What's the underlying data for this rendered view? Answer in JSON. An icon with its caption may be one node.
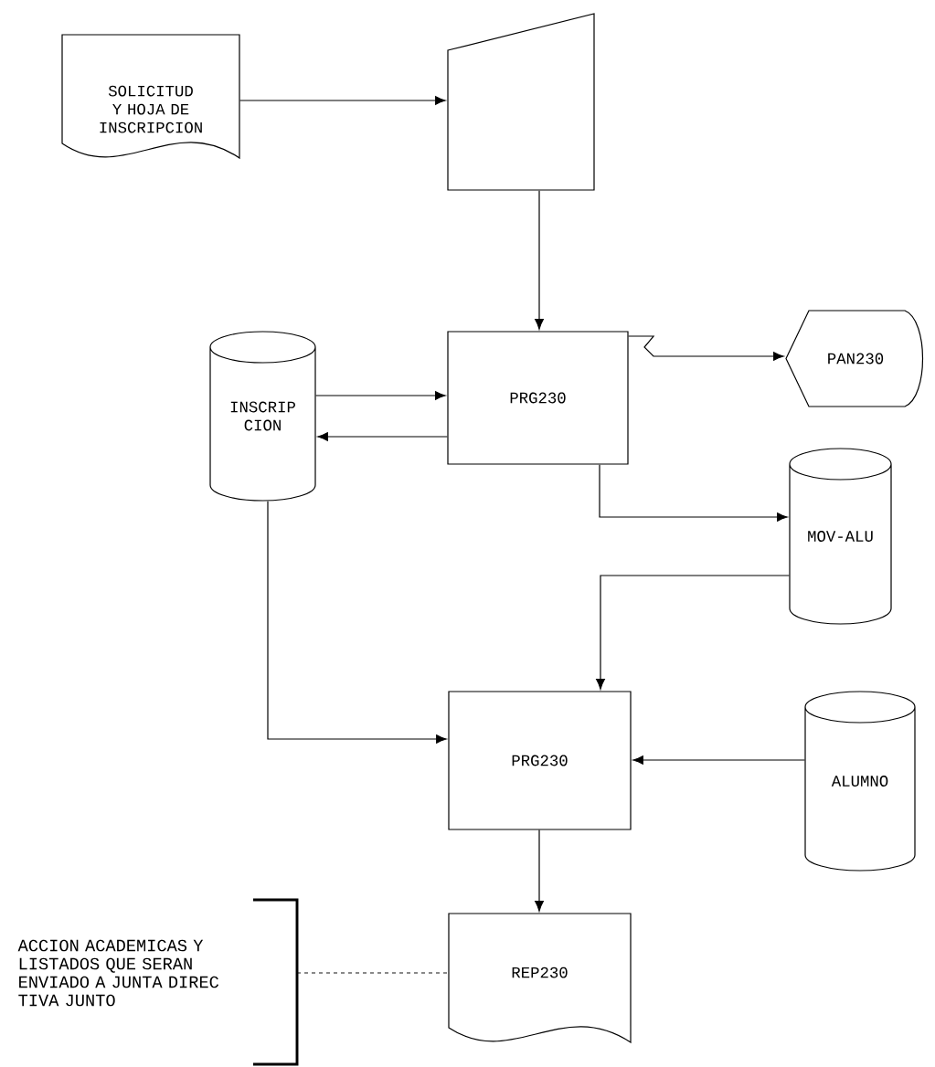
{
  "diagram": {
    "nodes": [
      {
        "text": [
          "SOLICITUD Y HOJA DE INSCRIPCION"
        ]
      },
      {
        "text": [],
        "shape": "trapezoid"
      },
      {
        "text": [
          "PRG230"
        ]
      },
      {
        "text": [
          "PAN230"
        ]
      },
      {
        "text": [
          "INSCRIP CION"
        ]
      },
      {
        "text": [
          "MOV-ALU"
        ]
      },
      {
        "text": [
          "PRG230"
        ]
      },
      {
        "text": [
          "ALUMNO"
        ]
      },
      {
        "text": [
          "REP230"
        ]
      },
      {
        "text": [
          "ACCION ACADEMICAS Y LISTADOS QUE SERAN ENVIADO A JUNTA DIREC TIVA JUNTO"
        ]
      }
    ],
    "edges": [
      {
        "from": 0,
        "to": 1,
        "arrow": "to"
      },
      {
        "from": 1,
        "to": 2,
        "arrow": "to"
      },
      {
        "from": 4,
        "to": 2,
        "arrow": "to"
      },
      {
        "from": 2,
        "to": 4,
        "arrow": "to"
      },
      {
        "from": 2,
        "to": 3,
        "arrow": "to"
      },
      {
        "from": 2,
        "to": 5,
        "arrow": "to"
      },
      {
        "from": 5,
        "to": 6,
        "arrow": "to"
      },
      {
        "from": 4,
        "to": 6,
        "arrow": "to"
      },
      {
        "from": 7,
        "to": 6,
        "arrow": "to"
      },
      {
        "from": 6,
        "to": 8,
        "arrow": "to"
      },
      {
        "from": 9,
        "to": 8,
        "arrow": "none",
        "style": "dashed"
      }
    ]
  }
}
